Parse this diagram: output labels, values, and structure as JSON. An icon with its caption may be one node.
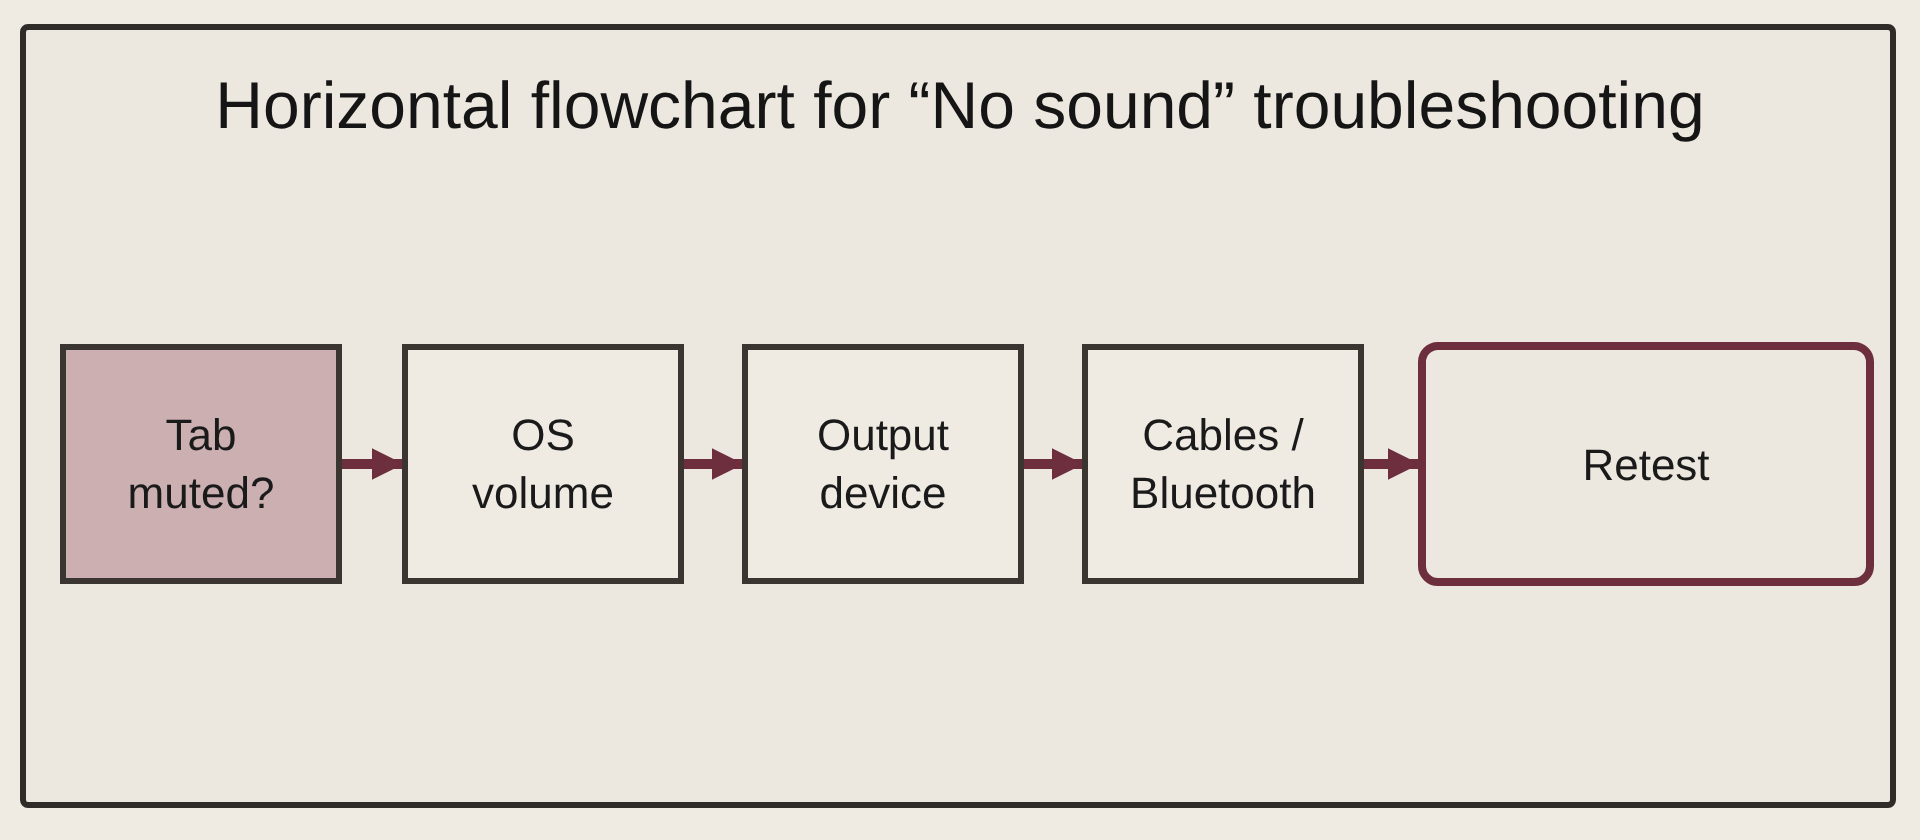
{
  "diagram": {
    "title": "Horizontal flowchart for “No sound” troubleshooting",
    "nodes": [
      {
        "text": [
          "Tab muted?"
        ]
      },
      {
        "text": [
          "OS volume"
        ]
      },
      {
        "text": [
          "Output device"
        ]
      },
      {
        "text": [
          "Cables / Bluetooth"
        ]
      },
      {
        "text": [
          "Retest"
        ]
      }
    ],
    "edges": [
      {
        "from": 0,
        "to": 1,
        "arrow": "to"
      },
      {
        "from": 1,
        "to": 2,
        "arrow": "to"
      },
      {
        "from": 2,
        "to": 3,
        "arrow": "to"
      },
      {
        "from": 3,
        "to": 4,
        "arrow": "to"
      }
    ]
  }
}
